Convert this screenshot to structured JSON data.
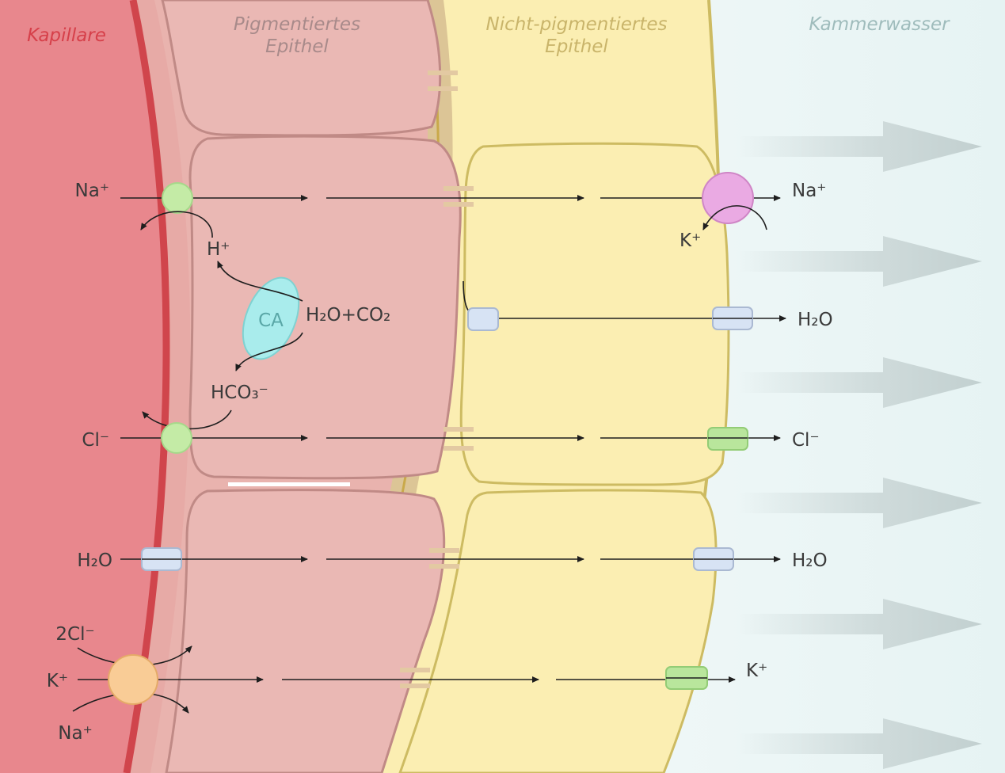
{
  "zones": {
    "capillary": {
      "label": "Kapillare",
      "color": "#d6404a"
    },
    "pigmented": {
      "label_line1": "Pigmentiertes",
      "label_line2": "Epithel",
      "color": "#a88a8a"
    },
    "nonpigmented": {
      "label_line1": "Nicht-pigmentiertes",
      "label_line2": "Epithel",
      "color": "#c9b46a"
    },
    "aqueous": {
      "label": "Kammerwasser",
      "color": "#9fbcbc"
    }
  },
  "enzyme": {
    "label": "CA",
    "color": "#a9ecec"
  },
  "reaction": {
    "substrate": "H₂O+CO₂",
    "proton": "H⁺",
    "bicarbonate": "HCO₃⁻"
  },
  "ions": {
    "na_in": "Na⁺",
    "na_out": "Na⁺",
    "k_exchange": "K⁺",
    "cl_in": "Cl⁻",
    "cl_out": "Cl⁻",
    "h2o_in": "H₂O",
    "h2o_out_lower": "H₂O",
    "h2o_out_upper": "H₂O",
    "two_cl": "2Cl⁻",
    "k_in": "K⁺",
    "na_cotransport": "Na⁺",
    "k_out": "K⁺"
  },
  "transporter_colors": {
    "antiporter": "#c4eba6",
    "channel_green": "#b9e69c",
    "aquaporin": "#d7e3f4",
    "na_k_pump": "#eaaae3",
    "nkcc": "#f9cc96"
  },
  "flow_arrow_color": "#c7d3d3",
  "scale_bar_color": "#ffffff"
}
